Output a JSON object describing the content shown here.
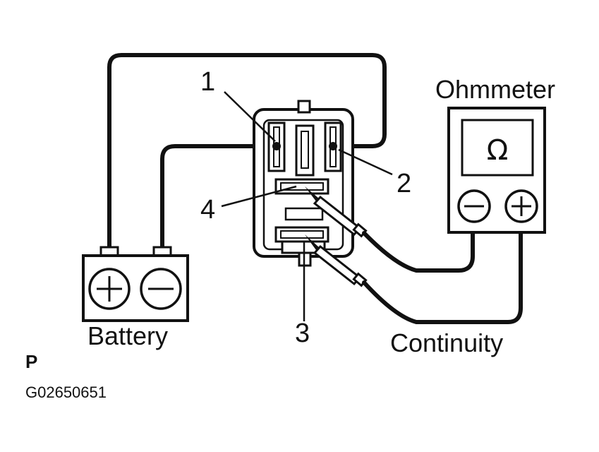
{
  "labels": {
    "terminal_1": "1",
    "terminal_2": "2",
    "terminal_3": "3",
    "terminal_4": "4",
    "ohmmeter": "Ohmmeter",
    "omega": "Ω",
    "battery": "Battery",
    "continuity": "Continuity",
    "corner_letter": "P",
    "figure_code": "G02650651"
  }
}
